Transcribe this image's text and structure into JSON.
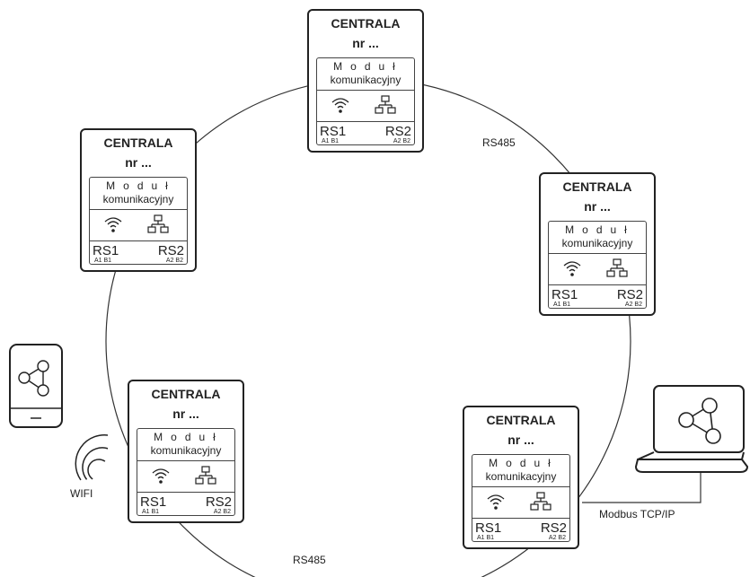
{
  "units": [
    {
      "title": "CENTRALA",
      "nr": "nr ...",
      "module_title": "Moduł",
      "module_sub": "komunikacyjny",
      "rs1": "RS1",
      "rs2": "RS2",
      "rs1_pins": "A1 B1",
      "rs2_pins": "A2 B2",
      "wifi_icon": "wifi-icon",
      "lan_icon": "network-icon"
    },
    {
      "title": "CENTRALA",
      "nr": "nr ...",
      "module_title": "Moduł",
      "module_sub": "komunikacyjny",
      "rs1": "RS1",
      "rs2": "RS2",
      "rs1_pins": "A1 B1",
      "rs2_pins": "A2 B2",
      "wifi_icon": "wifi-icon",
      "lan_icon": "network-icon"
    },
    {
      "title": "CENTRALA",
      "nr": "nr ...",
      "module_title": "Moduł",
      "module_sub": "komunikacyjny",
      "rs1": "RS1",
      "rs2": "RS2",
      "rs1_pins": "A1 B1",
      "rs2_pins": "A2 B2",
      "wifi_icon": "wifi-icon",
      "lan_icon": "network-icon"
    },
    {
      "title": "CENTRALA",
      "nr": "nr ...",
      "module_title": "Moduł",
      "module_sub": "komunikacyjny",
      "rs1": "RS1",
      "rs2": "RS2",
      "rs1_pins": "A1 B1",
      "rs2_pins": "A2 B2",
      "wifi_icon": "wifi-icon",
      "lan_icon": "network-icon"
    },
    {
      "title": "CENTRALA",
      "nr": "nr ...",
      "module_title": "Moduł",
      "module_sub": "komunikacyjny",
      "rs1": "RS1",
      "rs2": "RS2",
      "rs1_pins": "A1 B1",
      "rs2_pins": "A2 B2",
      "wifi_icon": "wifi-icon",
      "lan_icon": "network-icon"
    }
  ],
  "labels": {
    "rs485_top": "RS485",
    "rs485_bottom": "RS485",
    "wifi": "WIFI",
    "modbus": "Modbus TCP/IP"
  },
  "devices": {
    "phone_icon": "share-icon",
    "laptop_icon": "share-icon"
  },
  "colors": {
    "line": "#222222",
    "background": "#ffffff"
  }
}
